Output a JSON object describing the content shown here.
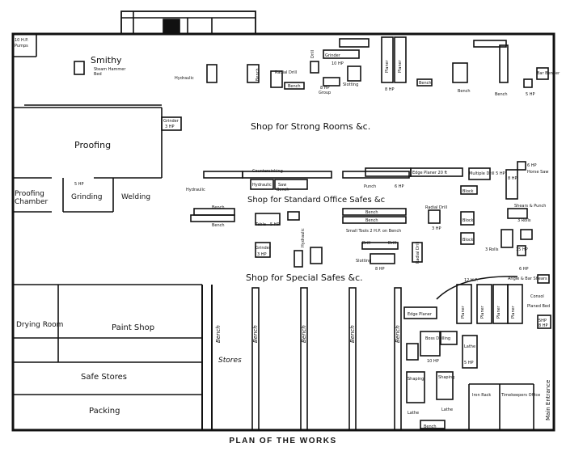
{
  "caption": "PLAN OF THE WORKS",
  "rooms": {
    "smithy": "Smithy",
    "proofing": "Proofing",
    "proofing_chamber_1": "Proofing",
    "proofing_chamber_2": "Chamber",
    "grinding": "Grinding",
    "welding": "Welding",
    "drying_room": "Drying Room",
    "paint_shop": "Paint Shop",
    "safe_stores": "Safe Stores",
    "packing": "Packing",
    "stores": "Stores"
  },
  "shops": {
    "strong_rooms": "Shop  for  Strong Rooms &c.",
    "office_safes": "Shop  for Standard Office Safes &c",
    "special_safes": "Shop for Special Safes &c."
  },
  "labels": {
    "pumps_hp": "10 H.P.",
    "pumps": "Pumps",
    "steam_hammer": "Steam Hammer",
    "bed": "Bed",
    "hydraulic": "Hydraulic",
    "hydraulic_2": "Hydraulic",
    "hydraulic_3": "Hydraulic",
    "hydraulic_4": "Hydraulic",
    "grinder_top": "Grinder",
    "grinder_left": "Grinder",
    "grinder_left_hp": "3 HP",
    "grinding_hp": "5 HP",
    "drill": "Drill",
    "radial_drill_top": "Radial Drill",
    "bench_top_1": "Bench",
    "bench_top_2": "Bench",
    "bench_top_3": "Bench",
    "bench_top_4": "Bench",
    "bench_top_5": "Bench",
    "group": "Group",
    "group_hp": "8 HP",
    "slotting_top": "Slotting",
    "planer_1": "Planer",
    "planer_2": "Planer",
    "planer_hp": "8 HP",
    "hp_10_top": "10 HP",
    "hp_5_top": "5 HP",
    "bar_bender": "Bar Bender",
    "countersinking": "Countersinking",
    "saw": "Saw",
    "bench_mid_1": "Bench",
    "bench_mid_2": "Bench",
    "bench_mid_3": "Bench",
    "bench_mid_4": "Bench",
    "bench_mid_5": "Bench",
    "punch": "Punch",
    "punch_hp": "6 HP",
    "edge_planer_top": "Edge Planer 20 ft",
    "multiple_drill": "Multiple Drill 5 HP",
    "hp_8_mid": "8 HP",
    "block_1": "Block",
    "block_2": "Block",
    "block_3": "Block",
    "hp_6_saw": "6 HP",
    "horse_saw": "Horse Saw",
    "shears_punch": "Shears & Punch",
    "rolls_3": "3 Rolls",
    "rolls_3b": "3 Rolls",
    "hp_15": "15 HP",
    "table": "Table",
    "table_hp": "5 HP",
    "radial_drill_mid": "Radial Drill",
    "radial_drill_mid_hp": "3 HP",
    "small_tools": "Small Tools   2 H.P. on Bench",
    "drill_b1": "Drill",
    "drill_b2": "Drill",
    "drill_hp": "8 HP",
    "slotting_mid": "Slotting",
    "radial_drill_low": "Radial Drill",
    "grinder_low": "Grinder",
    "grinder_low_hp": "3 HP",
    "hp_6_angle": "6 HP",
    "angle_bar_shears": "Angle & Bar Shears",
    "consol": "Consol",
    "planed_bed": "Planed Bed",
    "hp_12": "12 H.P.",
    "planer_a": "Planer",
    "planer_b": "Planer",
    "planer_c": "Planer",
    "planer_d": "Planer",
    "edge_planer_low": "Edge Planer",
    "bench_v1": "Bench",
    "bench_v2": "Bench",
    "bench_v3": "Bench",
    "bench_v4": "Bench",
    "bench_v5": "Bench",
    "boss_drilling": "Boss Drilling",
    "hp_10_low": "10 HP",
    "hp_5_low": "5 HP",
    "lathe": "Lathe",
    "lathe_2": "Lathe",
    "shaping": "Shaping",
    "shaping_2": "Shaping",
    "lathe_3": "Lathe",
    "bench_bottom": "Bench",
    "iron_rack": "Iron Rack",
    "timekeepers_office": "Timekeepers Office",
    "main_entrance": "Main Entrance",
    "hp_5_right": "5HP",
    "hp_8_right": "8 HP"
  }
}
